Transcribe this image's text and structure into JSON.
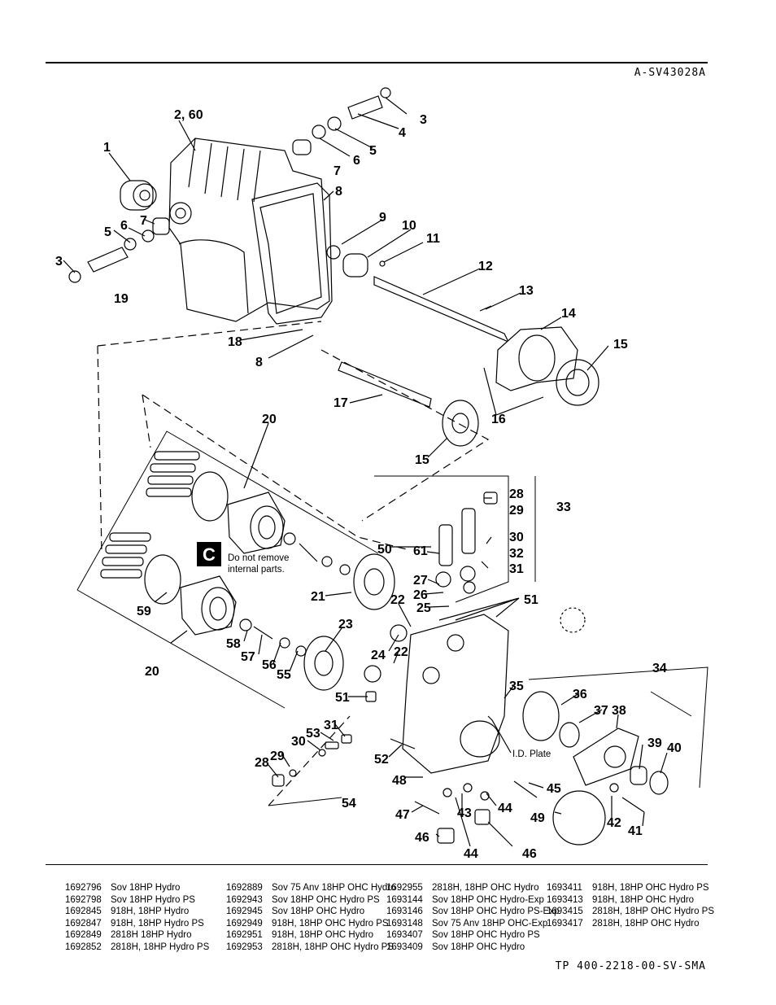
{
  "header": {
    "drawing_code": "A-SV43028A"
  },
  "diagram": {
    "section_letter": "C",
    "note_line1": "Do not remove",
    "note_line2": "internal parts.",
    "plate_label": "I.D. Plate",
    "callouts": [
      {
        "id": "c-2-60",
        "text": "2, 60"
      },
      {
        "id": "c-1",
        "text": "1"
      },
      {
        "id": "c-3a",
        "text": "3"
      },
      {
        "id": "c-4",
        "text": "4"
      },
      {
        "id": "c-5a",
        "text": "5"
      },
      {
        "id": "c-6a",
        "text": "6"
      },
      {
        "id": "c-7a",
        "text": "7"
      },
      {
        "id": "c-8a",
        "text": "8"
      },
      {
        "id": "c-9",
        "text": "9"
      },
      {
        "id": "c-10",
        "text": "10"
      },
      {
        "id": "c-11",
        "text": "11"
      },
      {
        "id": "c-12",
        "text": "12"
      },
      {
        "id": "c-13",
        "text": "13"
      },
      {
        "id": "c-14",
        "text": "14"
      },
      {
        "id": "c-15a",
        "text": "15"
      },
      {
        "id": "c-16",
        "text": "16"
      },
      {
        "id": "c-5b",
        "text": "5"
      },
      {
        "id": "c-6b",
        "text": "6"
      },
      {
        "id": "c-7b",
        "text": "7"
      },
      {
        "id": "c-3b",
        "text": "3"
      },
      {
        "id": "c-19",
        "text": "19"
      },
      {
        "id": "c-18",
        "text": "18"
      },
      {
        "id": "c-8b",
        "text": "8"
      },
      {
        "id": "c-17",
        "text": "17"
      },
      {
        "id": "c-15b",
        "text": "15"
      },
      {
        "id": "c-20a",
        "text": "20"
      },
      {
        "id": "c-20b",
        "text": "20"
      },
      {
        "id": "c-28a",
        "text": "28"
      },
      {
        "id": "c-29a",
        "text": "29"
      },
      {
        "id": "c-33",
        "text": "33"
      },
      {
        "id": "c-30a",
        "text": "30"
      },
      {
        "id": "c-32",
        "text": "32"
      },
      {
        "id": "c-31a",
        "text": "31"
      },
      {
        "id": "c-50",
        "text": "50"
      },
      {
        "id": "c-61",
        "text": "61"
      },
      {
        "id": "c-27",
        "text": "27"
      },
      {
        "id": "c-26",
        "text": "26"
      },
      {
        "id": "c-25",
        "text": "25"
      },
      {
        "id": "c-51a",
        "text": "51"
      },
      {
        "id": "c-21",
        "text": "21"
      },
      {
        "id": "c-22a",
        "text": "22"
      },
      {
        "id": "c-22b",
        "text": "22"
      },
      {
        "id": "c-59",
        "text": "59"
      },
      {
        "id": "c-23",
        "text": "23"
      },
      {
        "id": "c-24",
        "text": "24"
      },
      {
        "id": "c-58",
        "text": "58"
      },
      {
        "id": "c-57",
        "text": "57"
      },
      {
        "id": "c-56",
        "text": "56"
      },
      {
        "id": "c-55",
        "text": "55"
      },
      {
        "id": "c-51b",
        "text": "51"
      },
      {
        "id": "c-35",
        "text": "35"
      },
      {
        "id": "c-34",
        "text": "34"
      },
      {
        "id": "c-36",
        "text": "36"
      },
      {
        "id": "c-37",
        "text": "37"
      },
      {
        "id": "c-38",
        "text": "38"
      },
      {
        "id": "c-39",
        "text": "39"
      },
      {
        "id": "c-40",
        "text": "40"
      },
      {
        "id": "c-53",
        "text": "53"
      },
      {
        "id": "c-31b",
        "text": "31"
      },
      {
        "id": "c-30b",
        "text": "30"
      },
      {
        "id": "c-29b",
        "text": "29"
      },
      {
        "id": "c-28b",
        "text": "28"
      },
      {
        "id": "c-52",
        "text": "52"
      },
      {
        "id": "c-54",
        "text": "54"
      },
      {
        "id": "c-48",
        "text": "48"
      },
      {
        "id": "c-45",
        "text": "45"
      },
      {
        "id": "c-49",
        "text": "49"
      },
      {
        "id": "c-42",
        "text": "42"
      },
      {
        "id": "c-41",
        "text": "41"
      },
      {
        "id": "c-47",
        "text": "47"
      },
      {
        "id": "c-43",
        "text": "43"
      },
      {
        "id": "c-44a",
        "text": "44"
      },
      {
        "id": "c-46a",
        "text": "46"
      },
      {
        "id": "c-44b",
        "text": "44"
      },
      {
        "id": "c-46b",
        "text": "46"
      }
    ]
  },
  "model_columns": [
    [
      {
        "part": "1692796",
        "desc": "Sov 18HP Hydro"
      },
      {
        "part": "1692798",
        "desc": "Sov 18HP Hydro PS"
      },
      {
        "part": "1692845",
        "desc": "918H, 18HP Hydro"
      },
      {
        "part": "1692847",
        "desc": "918H, 18HP Hydro PS"
      },
      {
        "part": "1692849",
        "desc": "2818H 18HP Hydro"
      },
      {
        "part": "1692852",
        "desc": "2818H, 18HP Hydro PS"
      }
    ],
    [
      {
        "part": "1692889",
        "desc": "Sov 75 Anv 18HP OHC Hydro"
      },
      {
        "part": "1692943",
        "desc": "Sov 18HP OHC Hydro PS"
      },
      {
        "part": "1692945",
        "desc": "Sov 18HP OHC Hydro"
      },
      {
        "part": "1692949",
        "desc": "918H, 18HP OHC Hydro PS"
      },
      {
        "part": "1692951",
        "desc": "918H, 18HP OHC Hydro"
      },
      {
        "part": "1692953",
        "desc": "2818H, 18HP OHC Hydro PS"
      }
    ],
    [
      {
        "part": "1692955",
        "desc": "2818H, 18HP OHC Hydro"
      },
      {
        "part": "1693144",
        "desc": "Sov 18HP OHC Hydro-Exp"
      },
      {
        "part": "1693146",
        "desc": "Sov 18HP OHC Hydro PS-Exp"
      },
      {
        "part": "1693148",
        "desc": "Sov 75 Anv 18HP OHC-Exp"
      },
      {
        "part": "1693407",
        "desc": "Sov 18HP OHC Hydro PS"
      },
      {
        "part": "1693409",
        "desc": "Sov 18HP OHC Hydro"
      }
    ],
    [
      {
        "part": "1693411",
        "desc": "918H, 18HP OHC Hydro PS"
      },
      {
        "part": "1693413",
        "desc": "918H, 18HP OHC Hydro"
      },
      {
        "part": "1693415",
        "desc": "2818H, 18HP OHC Hydro PS"
      },
      {
        "part": "1693417",
        "desc": "2818H, 18HP OHC Hydro"
      }
    ]
  ],
  "footer": {
    "doc_code": "TP 400-2218-00-SV-SMA"
  }
}
